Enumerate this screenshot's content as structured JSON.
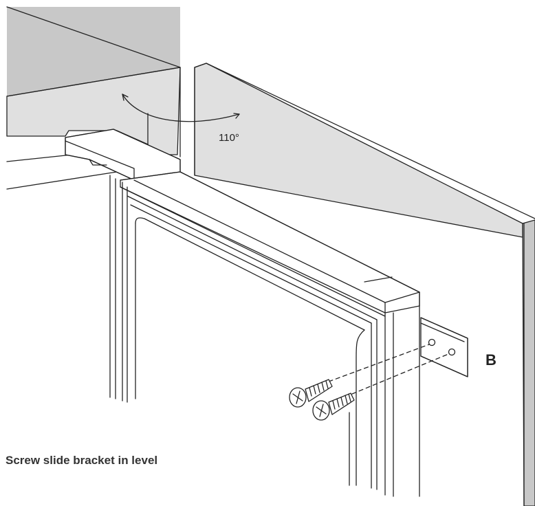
{
  "labels": {
    "angle": "110°",
    "part": "B"
  },
  "caption": "Screw slide bracket in level",
  "colors": {
    "ink": "#222222",
    "shade_dark": "#c8c8c8",
    "shade_light": "#e0e0e0",
    "background": "#ffffff"
  }
}
